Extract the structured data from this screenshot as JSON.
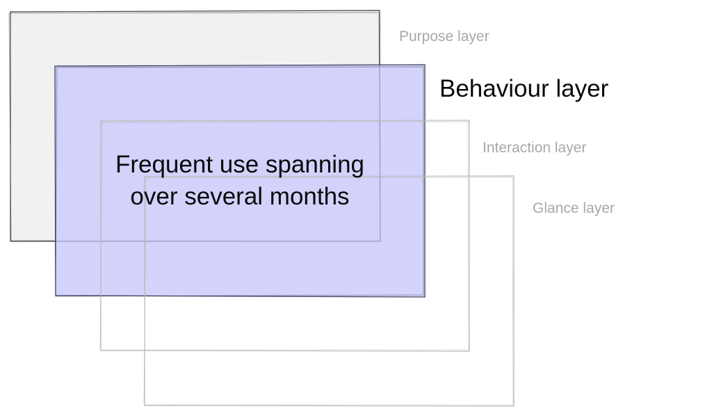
{
  "layers": {
    "purpose": {
      "label": "Purpose layer",
      "fill": "#f1f1f1",
      "stroke": "#444444"
    },
    "behaviour": {
      "label": "Behaviour layer",
      "fill": "#cfcffb",
      "stroke": "#3a3a5a"
    },
    "interaction": {
      "label": "Interaction layer",
      "fill": "none",
      "stroke": "#b9b9b9"
    },
    "glance": {
      "label": "Glance layer",
      "fill": "none",
      "stroke": "#b9b9b9"
    }
  },
  "description": {
    "line1": "Frequent use spanning",
    "line2": "over several months"
  }
}
